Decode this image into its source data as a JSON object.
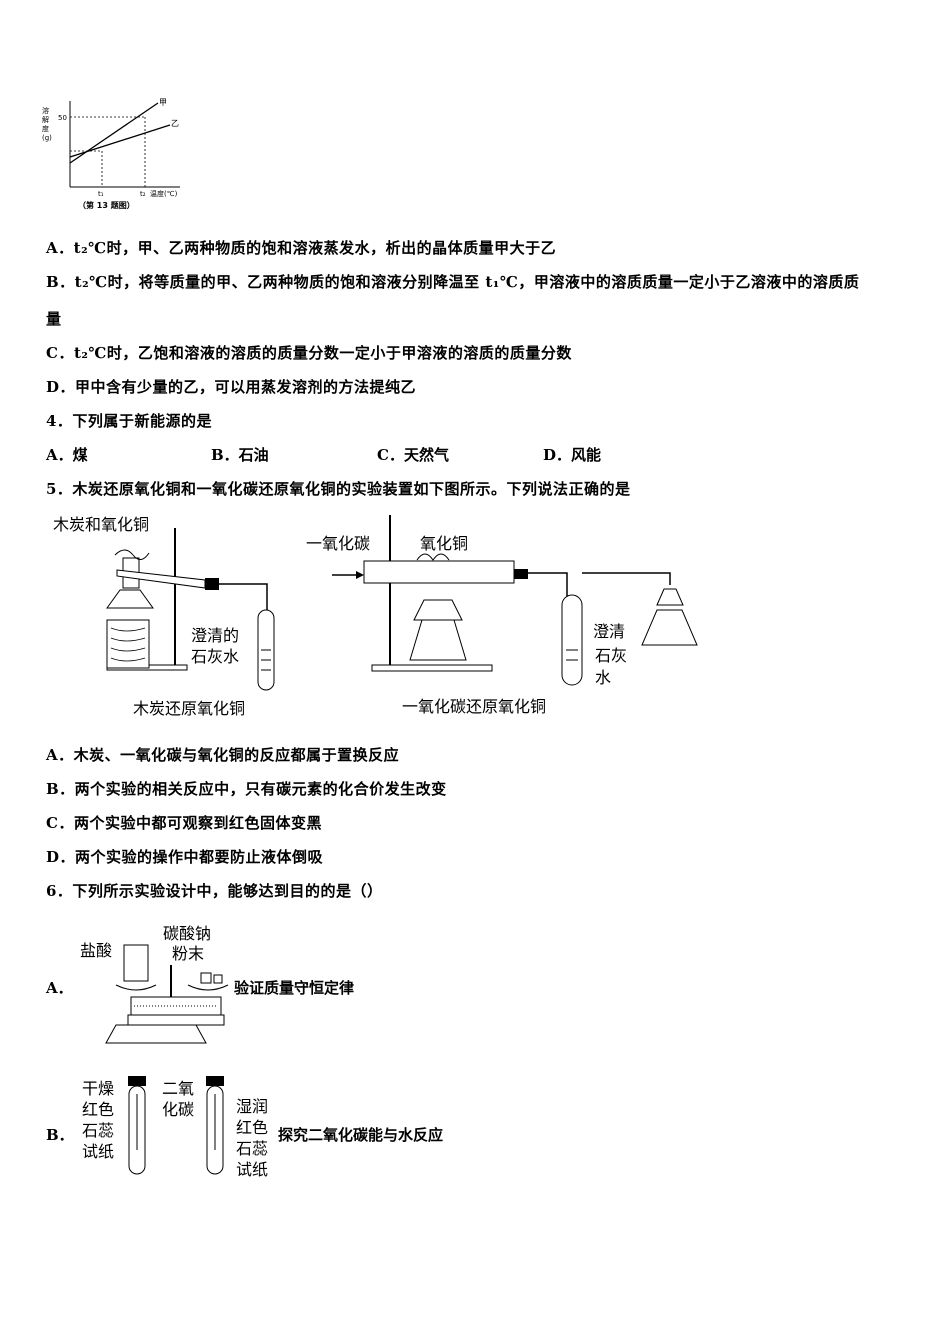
{
  "graph": {
    "ylabel_chars": [
      "溶",
      "解",
      "度",
      "(g)"
    ],
    "y_tick": "50",
    "series_a": "甲",
    "series_b": "乙",
    "t1": "t₁",
    "t2": "t₂",
    "xlabel": "温度(℃)",
    "caption": "（第 13 题图）"
  },
  "q3": {
    "A": "A．t₂℃时，甲、乙两种物质的饱和溶液蒸发水，析出的晶体质量甲大于乙",
    "B1": "B．t₂℃时，将等质量的甲、乙两种物质的饱和溶液分别降温至 t₁℃，甲溶液中的溶质质量一定小于乙溶液中的溶质质",
    "B2": "量",
    "C": "C．t₂℃时，乙饱和溶液的溶质的质量分数一定小于甲溶液的溶质的质量分数",
    "D": "D．甲中含有少量的乙，可以用蒸发溶剂的方法提纯乙"
  },
  "q4": {
    "stem": "4．下列属于新能源的是",
    "A": "A．煤",
    "B": "B．石油",
    "C": "C．天然气",
    "D": "D．风能"
  },
  "q5": {
    "stem": "5．木炭还原氧化铜和一氧化碳还原氧化铜的实验装置如下图所示。下列说法正确的是",
    "fig1_top": "木炭和氧化铜",
    "fig1_water1": "澄清的",
    "fig1_water2": "石灰水",
    "fig1_caption": "木炭还原氧化铜",
    "fig2_co": "一氧化碳",
    "fig2_cuo": "氧化铜",
    "fig2_water1": "澄清",
    "fig2_water2": "石灰",
    "fig2_water3": "水",
    "fig2_caption": "一氧化碳还原氧化铜",
    "A": "A．木炭、一氧化碳与氧化铜的反应都属于置换反应",
    "B": "B．两个实验的相关反应中，只有碳元素的化合价发生改变",
    "C": "C．两个实验中都可观察到红色固体变黑",
    "D": "D．两个实验的操作中都要防止液体倒吸"
  },
  "q6": {
    "stem": "6．下列所示实验设计中，能够达到目的的是（）",
    "A_letter": "A．",
    "A_text": "验证质量守恒定律",
    "A_hcl": "盐酸",
    "A_na1": "碳酸钠",
    "A_na2": "粉末",
    "B_letter": "B．",
    "B_text": "探究二氧化碳能与水反应",
    "B_left": [
      "干燥",
      "红色",
      "石蕊",
      "试纸"
    ],
    "B_mid": [
      "二氧",
      "化碳"
    ],
    "B_right": [
      "湿润",
      "红色",
      "石蕊",
      "试纸"
    ]
  }
}
